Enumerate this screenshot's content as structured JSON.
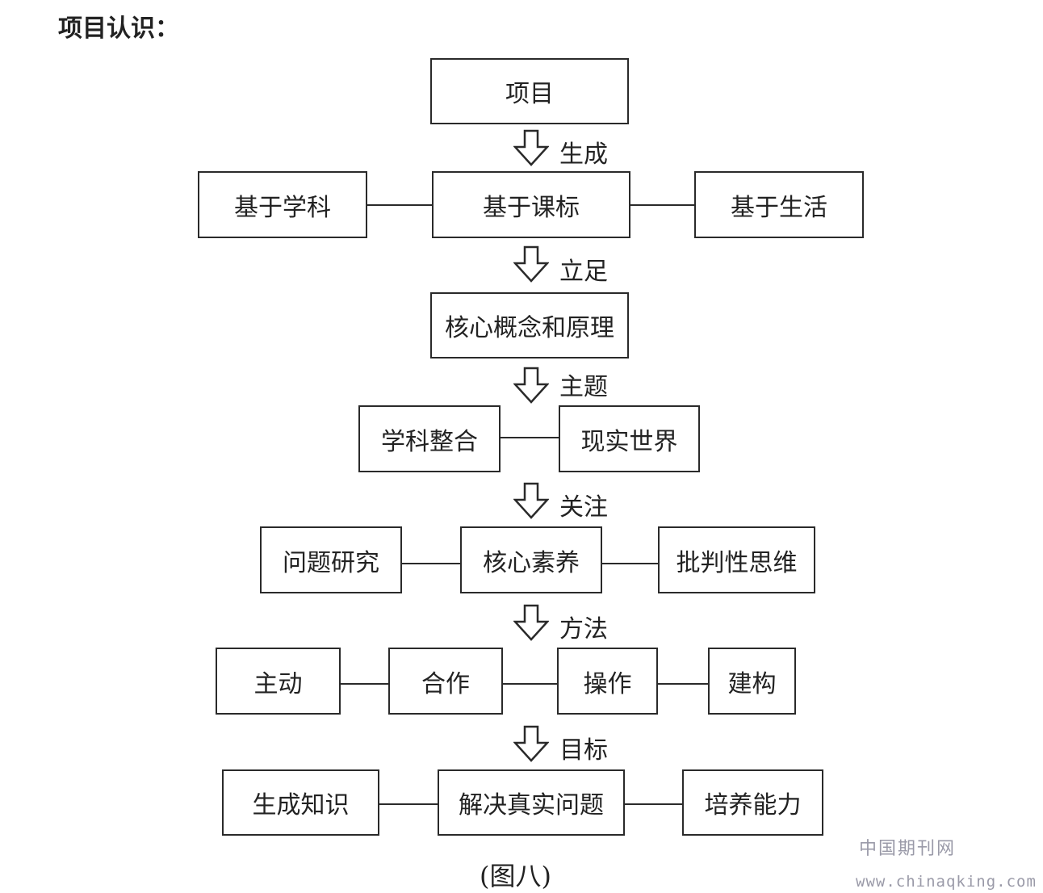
{
  "heading": "项目认识：",
  "nodes": {
    "project": "项目",
    "subject_based": "基于学科",
    "curriculum_based": "基于课标",
    "life_based": "基于生活",
    "core_concepts": "核心概念和原理",
    "subject_integration": "学科整合",
    "real_world": "现实世界",
    "problem_research": "问题研究",
    "core_literacy": "核心素养",
    "critical_thinking": "批判性思维",
    "active": "主动",
    "cooperation": "合作",
    "operation": "操作",
    "construction": "建构",
    "generate_knowledge": "生成知识",
    "solve_real_problems": "解决真实问题",
    "cultivate_ability": "培养能力"
  },
  "arrows": {
    "generate": "生成",
    "base_on": "立足",
    "theme": "主题",
    "focus": "关注",
    "method": "方法",
    "goal": "目标"
  },
  "caption": "(图八)",
  "watermark": {
    "name": "中国期刊网",
    "url": "www.chinaqking.com"
  }
}
